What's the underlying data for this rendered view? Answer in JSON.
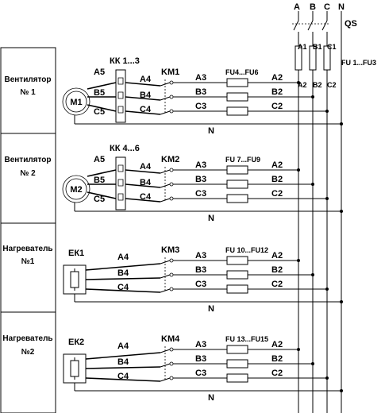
{
  "bus": {
    "phases": [
      "A",
      "B",
      "C",
      "N"
    ],
    "switch_label": "QS",
    "fuse_left_labels": [
      "A1",
      "B1",
      "C1"
    ],
    "fuse_group_label": "FU 1...FU3",
    "fuse_right_labels": [
      "A2",
      "B2",
      "C2"
    ]
  },
  "sections": [
    {
      "side_label_1": "Вентилятор",
      "side_label_2": "№ 1",
      "device": "M1",
      "device_type": "motor",
      "relay_label": "КК 1...3",
      "terminals": [
        "A5",
        "B5",
        "C5"
      ],
      "mid": [
        "A4",
        "B4",
        "C4"
      ],
      "contactor": "KM1",
      "line": [
        "A3",
        "B3",
        "C3"
      ],
      "fuse_label": "FU4...FU6",
      "out": [
        "A2",
        "B2",
        "C2"
      ],
      "neutral": "N"
    },
    {
      "side_label_1": "Вентилятор",
      "side_label_2": "№ 2",
      "device": "M2",
      "device_type": "motor",
      "relay_label": "КК 4...6",
      "terminals": [
        "A5",
        "B5",
        "C5"
      ],
      "mid": [
        "A4",
        "B4",
        "C4"
      ],
      "contactor": "KM2",
      "line": [
        "A3",
        "B3",
        "C3"
      ],
      "fuse_label": "FU 7...FU9",
      "out": [
        "A2",
        "B2",
        "C2"
      ],
      "neutral": "N"
    },
    {
      "side_label_1": "Нагреватель",
      "side_label_2": "№1",
      "device": "ЕК1",
      "device_type": "heater",
      "relay_label": "",
      "terminals": [],
      "mid": [
        "A4",
        "B4",
        "C4"
      ],
      "contactor": "KM3",
      "line": [
        "A3",
        "B3",
        "C3"
      ],
      "fuse_label": "FU 10...FU12",
      "out": [
        "A2",
        "B2",
        "C2"
      ],
      "neutral": "N"
    },
    {
      "side_label_1": "Нагреватель",
      "side_label_2": "№2",
      "device": "ЕК2",
      "device_type": "heater",
      "relay_label": "",
      "terminals": [],
      "mid": [
        "A4",
        "B4",
        "C4"
      ],
      "contactor": "KM4",
      "line": [
        "A3",
        "B3",
        "C3"
      ],
      "fuse_label": "FU 13...FU15",
      "out": [
        "A2",
        "B2",
        "C2"
      ],
      "neutral": "N"
    }
  ]
}
